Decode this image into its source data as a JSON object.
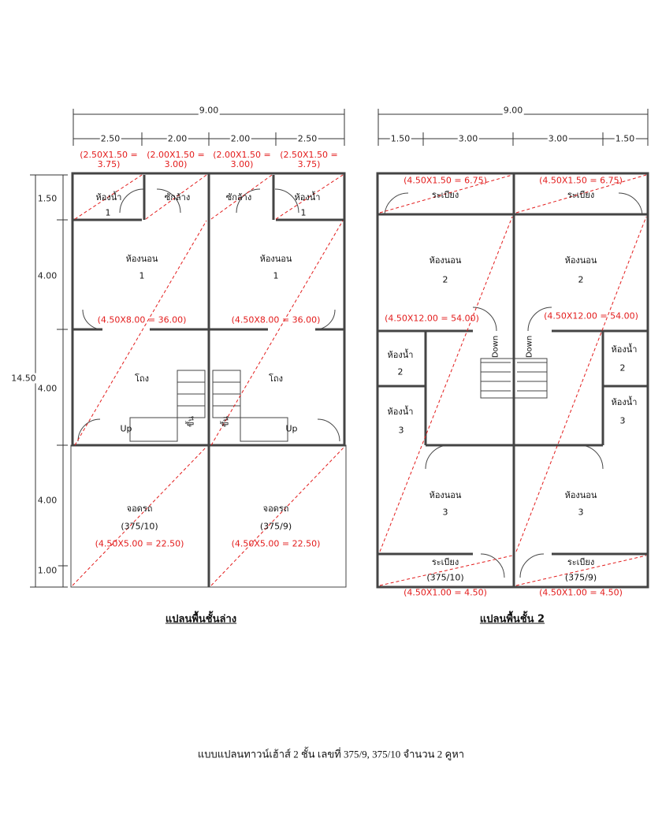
{
  "ground_floor": {
    "title": "แปลนพื้นชั้นล่าง",
    "total_width": "9.00",
    "width_segments": [
      "2.50",
      "2.00",
      "2.00",
      "2.50"
    ],
    "total_depth": "14.50",
    "depth_segments": [
      "1.50",
      "4.00",
      "4.00",
      "4.00",
      "1.00"
    ],
    "rooms": {
      "bath_label": "ห้องน้ำ",
      "bath_num": "1",
      "laundry": "ซักล้าง",
      "bedroom_label": "ห้องนอน",
      "bedroom_num": "1",
      "hall": "โถง",
      "up": "Up",
      "up_thai": "ขึ้น",
      "parking": "จอดรถ",
      "unit_left": "(375/10)",
      "unit_right": "(375/9)"
    },
    "areas": {
      "bath": "(2.50X1.50 = 3.75)",
      "laundry": "(2.00X1.50 = 3.00)",
      "bedroom": "(4.50X8.00 = 36.00)",
      "parking": "(4.50X5.00 = 22.50)"
    }
  },
  "second_floor": {
    "title": "แปลนพื้นชั้น 2",
    "total_width": "9.00",
    "width_segments": [
      "1.50",
      "3.00",
      "3.00",
      "1.50"
    ],
    "rooms": {
      "balcony": "ระเบียง",
      "bedroom_label": "ห้องนอน",
      "bedroom2_num": "2",
      "bedroom3_num": "3",
      "bath_label": "ห้องน้ำ",
      "bath2_num": "2",
      "bath3_num": "3",
      "down": "Down",
      "unit_left": "(375/10)",
      "unit_right": "(375/9)"
    },
    "areas": {
      "balcony_top": "(4.50X1.50 = 6.75)",
      "upper": "(4.50X12.00 = 54.00)",
      "balcony_bottom": "(4.50X1.00 = 4.50)"
    }
  },
  "caption": "แบบแปลนทาวน์เฮ้าส์ 2 ชั้น เลขที่ 375/9, 375/10 จำนวน 2 คูหา"
}
